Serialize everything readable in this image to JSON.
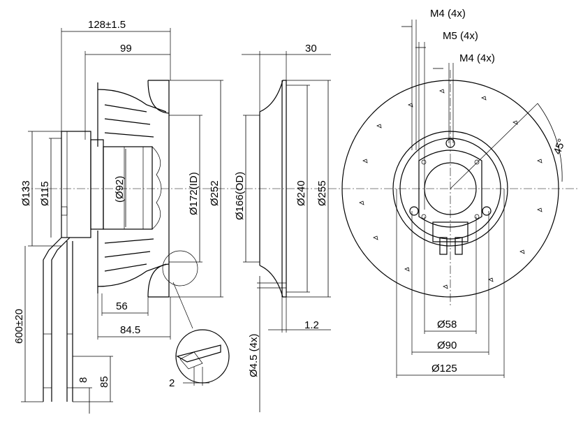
{
  "dimensions": {
    "overall_depth": "128±1.5",
    "housing_depth": "99",
    "inlet_depth": "30",
    "d133": "Ø133",
    "d115": "Ø115",
    "d92": "(Ø92)",
    "d172": "Ø172(ID)",
    "d252": "Ø252",
    "d166": "Ø166(OD)",
    "d240": "Ø240",
    "d255": "Ø255",
    "cable_length": "600±20",
    "w56": "56",
    "w84": "84.5",
    "sheet_thickness": "1.2",
    "hole_diameter": "Ø4.5 (4x)",
    "detail_gap": "2",
    "strip_len": "8",
    "lead_len": "85",
    "thread_m4_a": "M4 (4x)",
    "thread_m5": "M5 (4x)",
    "thread_m4_b": "M4 (4x)",
    "angle": "45°",
    "d58": "Ø58",
    "d90": "Ø90",
    "d125": "Ø125"
  }
}
